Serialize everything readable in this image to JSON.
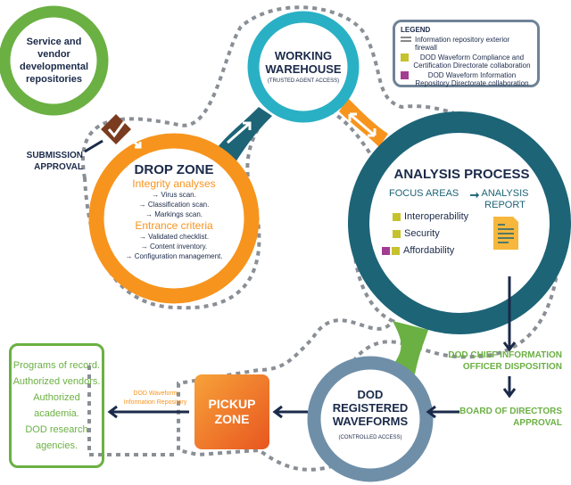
{
  "legend": {
    "title": "LEGEND",
    "items": [
      {
        "label": "Information repository exterior firewall",
        "style": "dashed"
      },
      {
        "label": "DOD Waveform Compliance and Certification Directorate collaboration",
        "color": "#c5c22e"
      },
      {
        "label": "DOD Waveform Information Repository Directorate collaboration",
        "color": "#a33d92"
      }
    ]
  },
  "service": {
    "title": "Service and vendor developmental repositories"
  },
  "submission": {
    "label": "SUBMISSION APPROVAL"
  },
  "warehouse": {
    "title": "WORKING WAREHOUSE",
    "subtitle": "(TRUSTED AGENT ACCESS)"
  },
  "drop_zone": {
    "title": "DROP ZONE",
    "integrity_heading": "Integrity analyses",
    "integrity_items": [
      "→ Virus scan.",
      "→ Classification scan.",
      "→ Markings scan."
    ],
    "entrance_heading": "Entrance criteria",
    "entrance_items": [
      "→ Validated checklist.",
      "→ Content inventory.",
      "→ Configuration management."
    ]
  },
  "analysis": {
    "title": "ANALYSIS PROCESS",
    "focus_label": "FOCUS AREAS",
    "report_label": "ANALYSIS REPORT",
    "focus_areas": [
      "Interoperability",
      "Security",
      "Affordability"
    ]
  },
  "cio": {
    "label": "DOD CHIEF INFORMATION OFFICER DISPOSITION"
  },
  "board": {
    "label": "BOARD OF DIRECTORS APPROVAL"
  },
  "registered": {
    "title": "DOD REGISTERED WAVEFORMS",
    "subtitle": "(CONTROLLED ACCESS)"
  },
  "pickup": {
    "title": "PICKUP ZONE",
    "repo_label": "DOD Waveform Information Repository"
  },
  "recipients": [
    "Programs of record.",
    "Authorized vendors.",
    "Authorized academia.",
    "DOD research agencies."
  ],
  "colors": {
    "green": "#6bb043",
    "orange": "#f7941d",
    "teal": "#2ab0c5",
    "dark_teal": "#1d6477",
    "slate": "#6f8fa9",
    "navy": "#1b2a4a"
  }
}
